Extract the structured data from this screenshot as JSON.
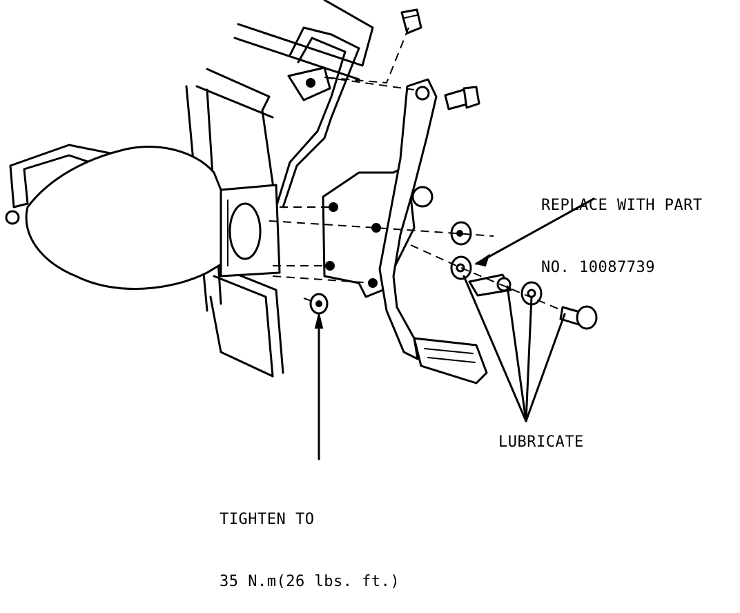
{
  "callouts": {
    "replace": [
      "REPLACE WITH PART",
      "NO. 10087739"
    ],
    "lubricate": "LUBRICATE",
    "tighten": [
      "TIGHTEN TO",
      "35 N.m(26 lbs. ft.)"
    ]
  }
}
